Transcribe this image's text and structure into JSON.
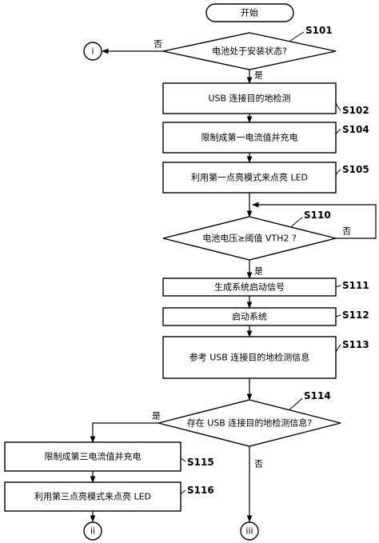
{
  "start": "开始",
  "steps": {
    "s101": {
      "id": "S101",
      "text": "电池处于安装状态?"
    },
    "s102": {
      "id": "S102",
      "text": "USB 连接目的地检测"
    },
    "s104": {
      "id": "S104",
      "text": "限制成第一电流值并充电"
    },
    "s105": {
      "id": "S105",
      "text": "利用第一点亮模式来点亮 LED"
    },
    "s110": {
      "id": "S110",
      "text": "电池电压≥阈值 VTH2 ?"
    },
    "s111": {
      "id": "S111",
      "text": "生成系统启动信号"
    },
    "s112": {
      "id": "S112",
      "text": "启动系统"
    },
    "s113": {
      "id": "S113",
      "text": "参考 USB 连接目的地检测信息"
    },
    "s114": {
      "id": "S114",
      "text": "存在 USB 连接目的地检测信息?"
    },
    "s115": {
      "id": "S115",
      "text": "限制成第三电流值并充电"
    },
    "s116": {
      "id": "S116",
      "text": "利用第三点亮模式来点亮 LED"
    }
  },
  "branches": {
    "yes": "是",
    "no": "否"
  },
  "connectors": {
    "i": "i",
    "ii": "ii",
    "iii": "iii"
  }
}
